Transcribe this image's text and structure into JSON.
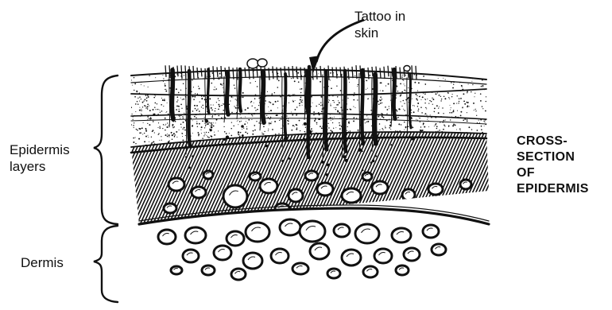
{
  "diagram": {
    "title": "CROSS-\nSECTION\nOF\nEPIDERMIS",
    "labels": {
      "tattoo": "Tattoo in\nskin",
      "epidermis": "Epidermis\nlayers",
      "dermis": "Dermis"
    },
    "colors": {
      "ink": "#111111",
      "paper": "#ffffff"
    }
  }
}
